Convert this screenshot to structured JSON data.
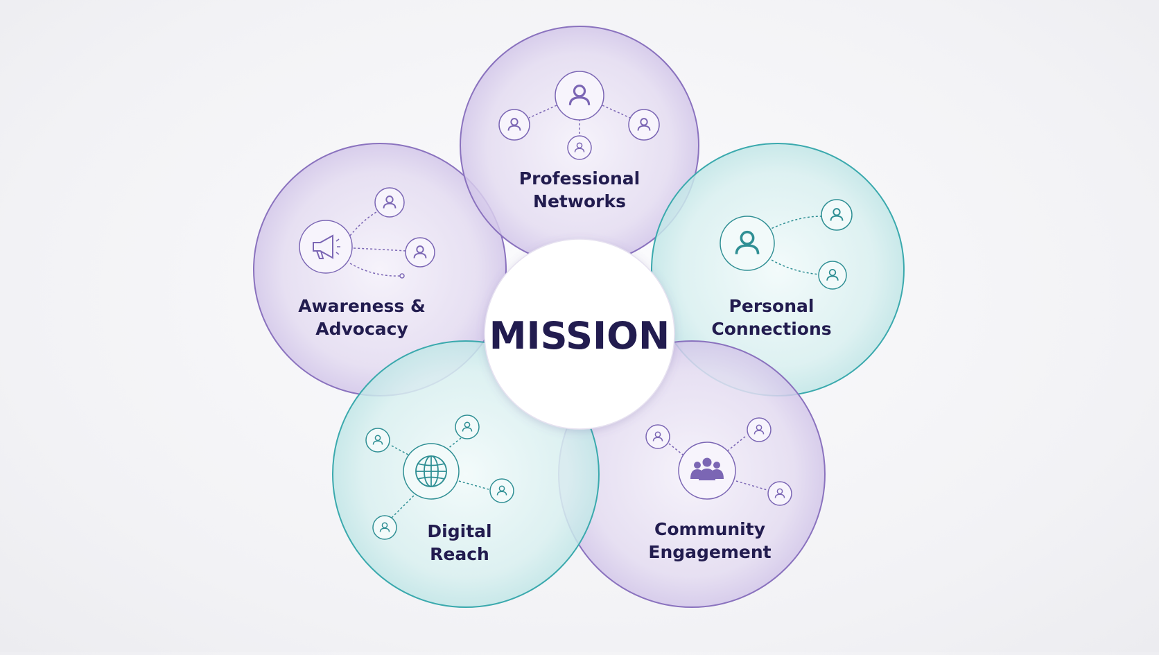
{
  "center": {
    "label": "MISSION"
  },
  "petals": [
    {
      "key": "professional",
      "line1": "Professional",
      "line2": "Networks",
      "color": "#8a72be"
    },
    {
      "key": "personal",
      "line1": "Personal",
      "line2": "Connections",
      "color": "#4fb3b6"
    },
    {
      "key": "community",
      "line1": "Community",
      "line2": "Engagement",
      "color": "#8a72be"
    },
    {
      "key": "digital",
      "line1": "Digital",
      "line2": "Reach",
      "color": "#4fb3b6"
    },
    {
      "key": "awareness",
      "line1": "Awareness &",
      "line2": "Advocacy",
      "color": "#8a72be"
    }
  ],
  "colors": {
    "text": "#221c4f",
    "purple_stroke": "#8a72be",
    "teal_stroke": "#3aa9ad",
    "icon_purple": "#7b66b4",
    "icon_teal": "#2f8f94"
  }
}
